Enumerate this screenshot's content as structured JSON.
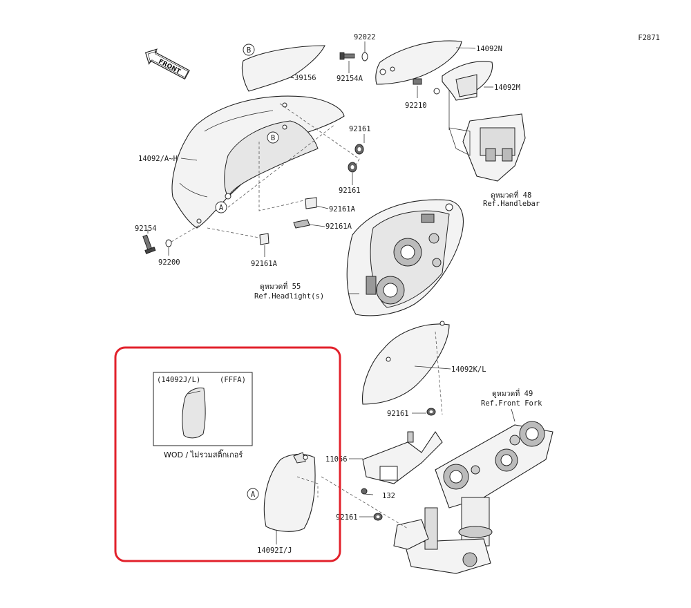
{
  "figure_code": "F2871",
  "front_label": "FRONT",
  "labels": {
    "p92022": "92022",
    "p14092N": "14092N",
    "p39156": "39156",
    "p92154A": "92154A",
    "p14092M": "14092M",
    "p92210": "92210",
    "p92161_a": "92161",
    "p14092AH": "14092/A~H",
    "p92161_b": "92161",
    "p92161A_a": "92161A",
    "p92161A_b": "92161A",
    "p92154": "92154",
    "p92200": "92200",
    "p92161A_c": "92161A",
    "p14092KL": "14092K/L",
    "p92161_c": "92161",
    "p11056": "11056",
    "p132": "132",
    "p92161_d": "92161",
    "p14092IJ": "14092I/J"
  },
  "refs": {
    "handlebar_th": "ดูหมวดที่ 48",
    "handlebar_en": "Ref.Handlebar",
    "headlight_th": "ดูหมวดที่ 55",
    "headlight_en": "Ref.Headlight(s)",
    "frontfork_th": "ดูหมวดที่ 49",
    "frontfork_en": "Ref.Front Fork"
  },
  "callouts": {
    "a": "A",
    "b": "B"
  },
  "inset": {
    "model_code": "(14092J/L)",
    "variant_code": "(FFFA)",
    "caption": "WOD / ไม่รวมสติ๊กเกอร์"
  },
  "colors": {
    "highlight": "#e2212b",
    "line": "#222222"
  }
}
